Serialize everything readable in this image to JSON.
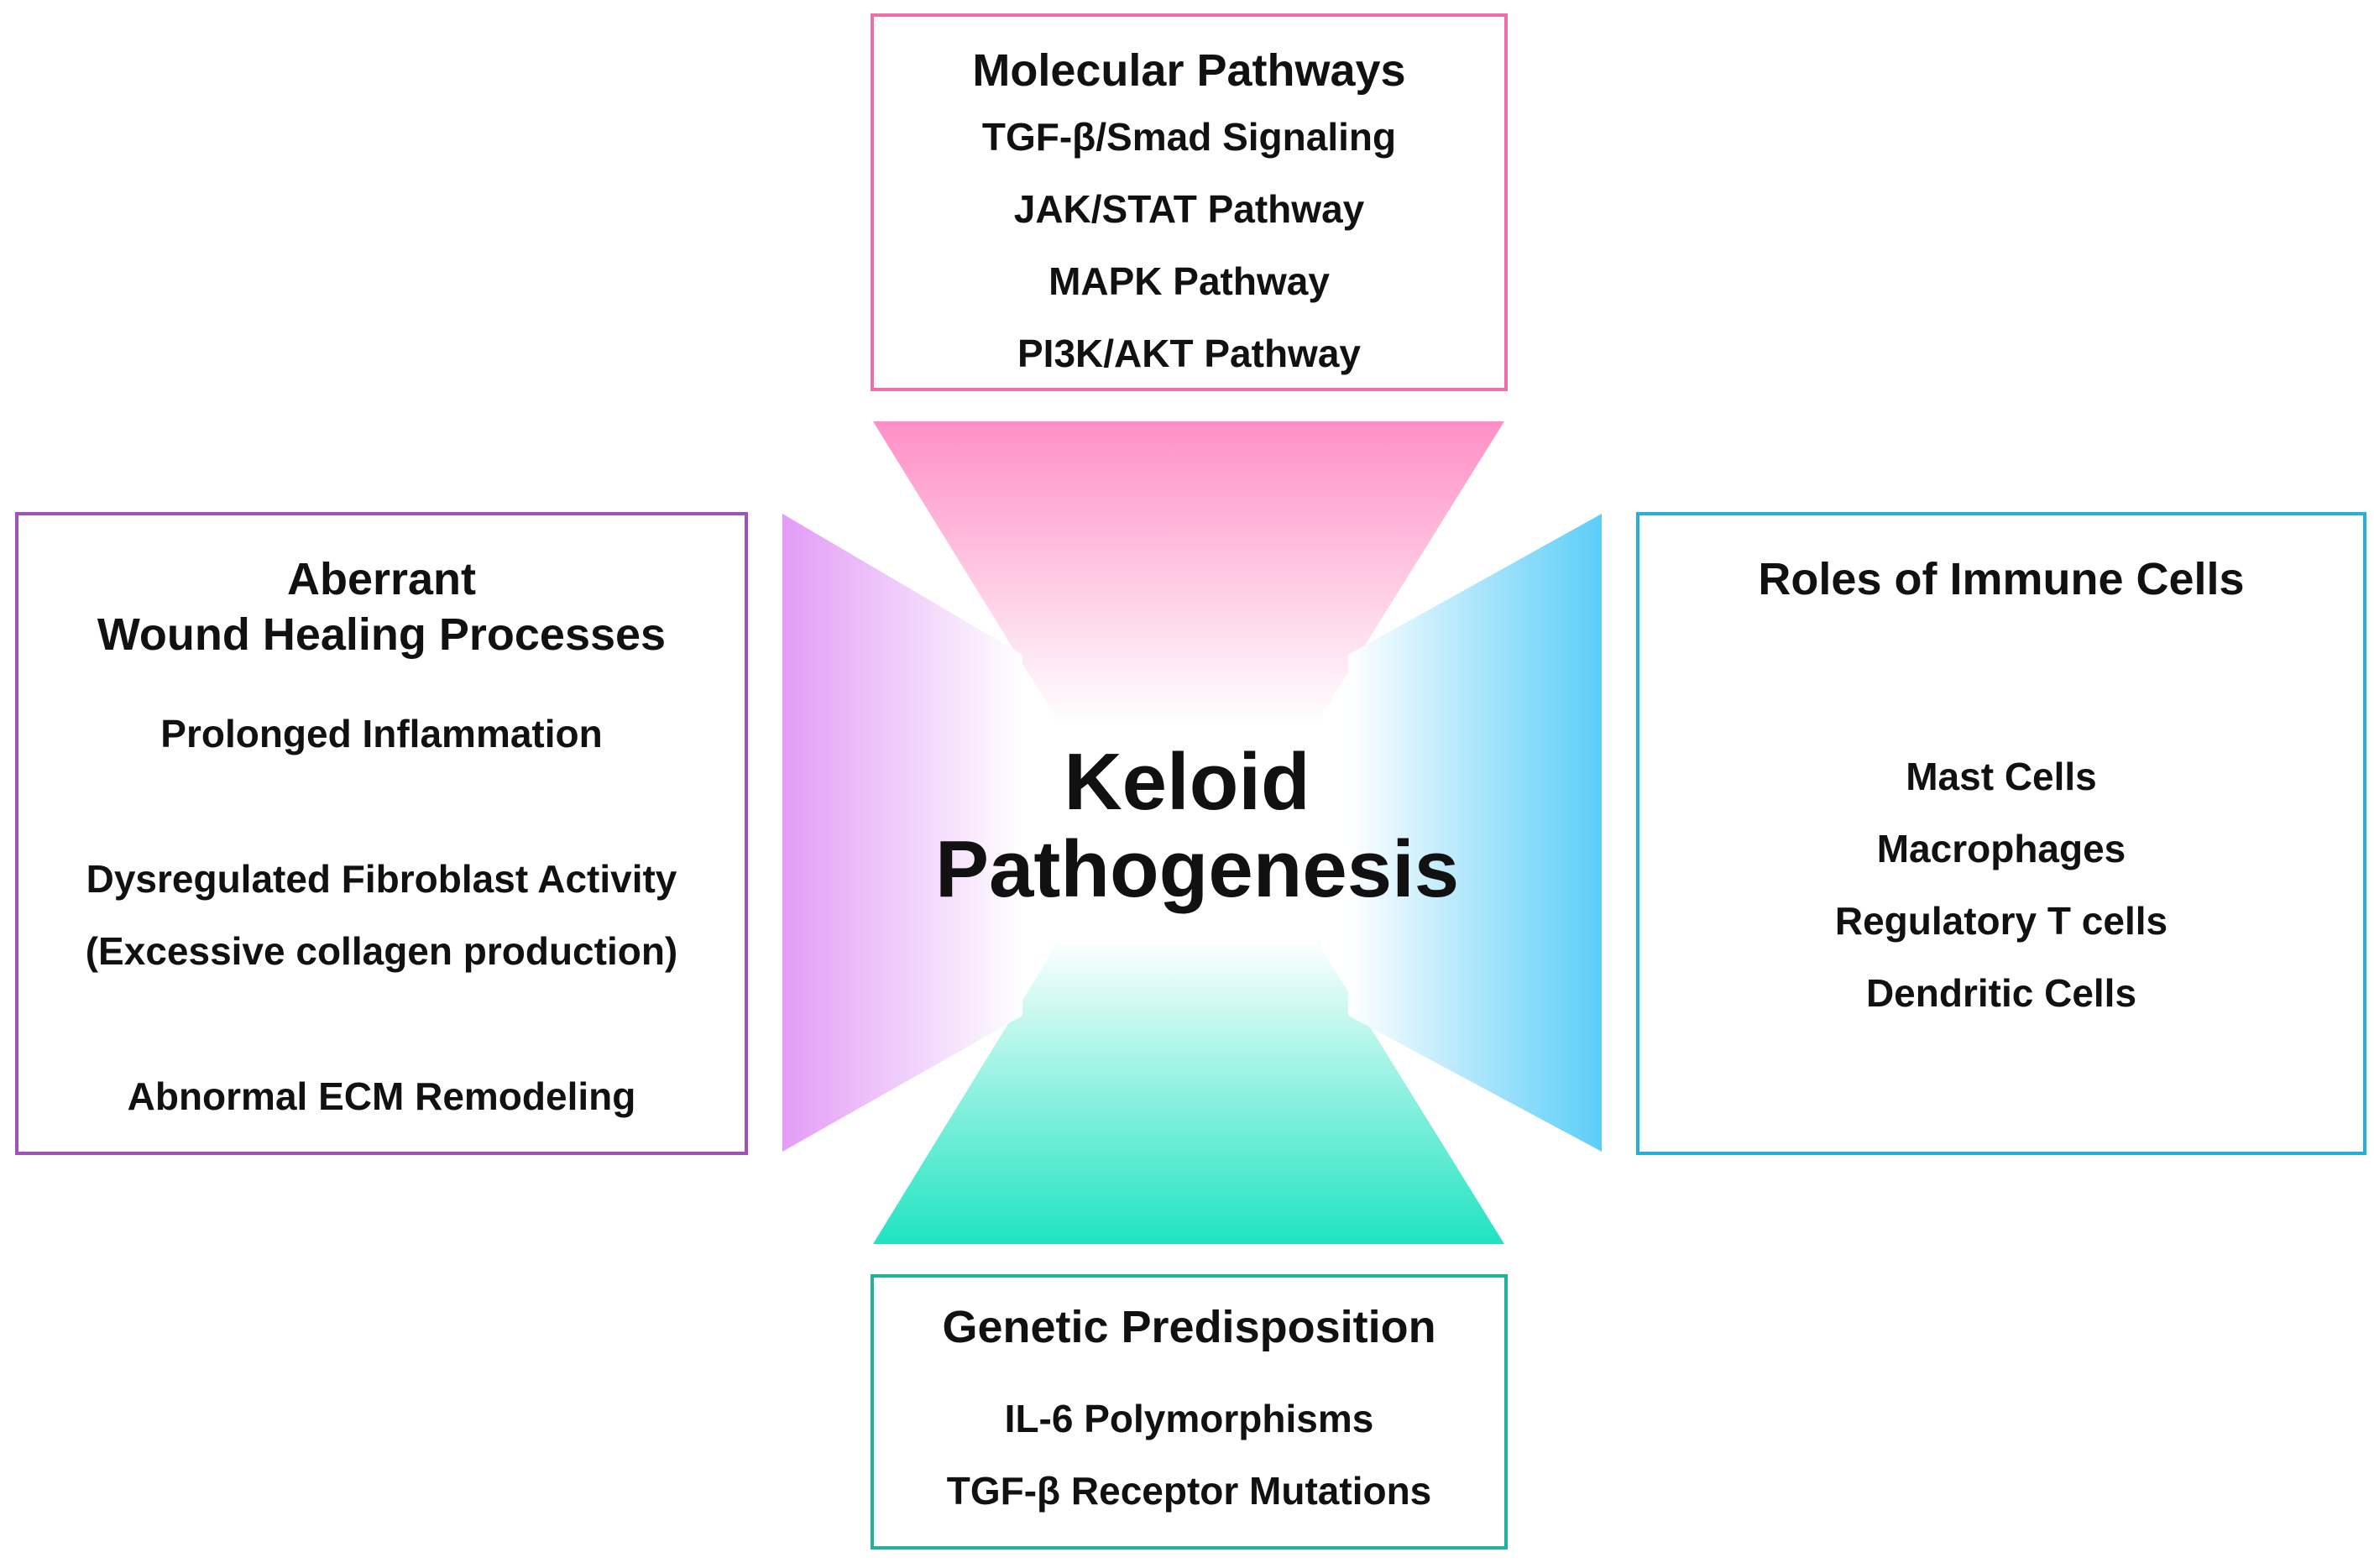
{
  "center": {
    "line1": "Keloid",
    "line2": "Pathogenesis"
  },
  "top_box": {
    "title": "Molecular Pathways",
    "items": [
      "TGF-β/Smad Signaling",
      "JAK/STAT Pathway",
      "MAPK Pathway",
      "PI3K/AKT Pathway"
    ],
    "border_color": "#ee6fa8"
  },
  "left_box": {
    "title_line1": "Aberrant",
    "title_line2": "Wound Healing Processes",
    "items": [
      "Prolonged Inflammation",
      "Dysregulated Fibroblast Activity",
      "(Excessive collagen production)",
      "Abnormal ECM Remodeling"
    ],
    "border_color": "#a052b8"
  },
  "right_box": {
    "title": "Roles of Immune Cells",
    "items": [
      "Mast Cells",
      "Macrophages",
      "Regulatory T cells",
      "Dendritic Cells"
    ],
    "border_color": "#26aedc"
  },
  "bottom_box": {
    "title": "Genetic Predisposition",
    "items": [
      "IL-6 Polymorphisms",
      "TGF-β Receptor Mutations"
    ],
    "border_color": "#1fb39c"
  },
  "funnel_colors": {
    "top": "#ff8fc6",
    "left": "#e39cf6",
    "right": "#5ccdf8",
    "bottom": "#1fe3c1"
  }
}
